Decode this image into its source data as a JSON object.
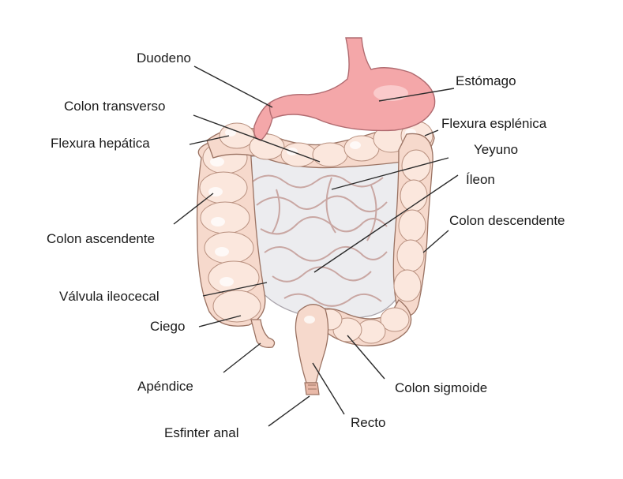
{
  "labels": {
    "duodeno": "Duodeno",
    "estomago": "Estómago",
    "colon_transverso": "Colon transverso",
    "flexura_esplenica": "Flexura esplénica",
    "flexura_hepatica": "Flexura hepática",
    "yeyuno": "Yeyuno",
    "ileon": "Íleon",
    "colon_ascendente": "Colon ascendente",
    "colon_descendente": "Colon descendente",
    "valvula_ileocecal": "Válvula ileocecal",
    "ciego": "Ciego",
    "apendice": "Apéndice",
    "colon_sigmoide": "Colon sigmoide",
    "recto": "Recto",
    "esfinter_anal": "Esfinter anal"
  },
  "colors": {
    "colon_fill": "#f6d9cc",
    "stomach_fill": "#f4a7a9",
    "small_intestine_fill": "#ececef",
    "leader_line": "#2b2b2b"
  }
}
